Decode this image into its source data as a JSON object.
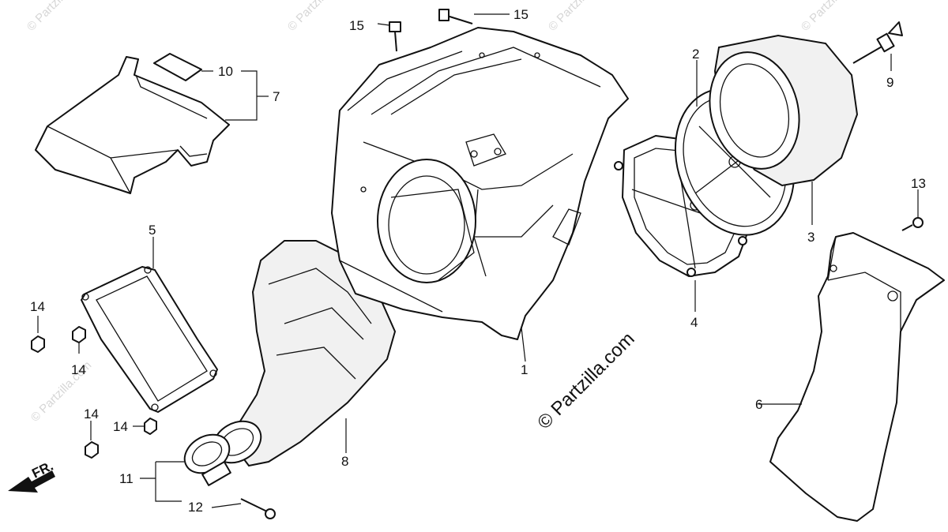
{
  "callouts": {
    "c1": "1",
    "c2": "2",
    "c3": "3",
    "c4": "4",
    "c5": "5",
    "c6": "6",
    "c7": "7",
    "c8": "8",
    "c9": "9",
    "c10": "10",
    "c11": "11",
    "c12": "12",
    "c13": "13",
    "c14a": "14",
    "c14b": "14",
    "c14c": "14",
    "c14d": "14",
    "c15a": "15",
    "c15b": "15"
  },
  "front_marker": "FR.",
  "watermark": {
    "center": "© Partzilla.com",
    "tile": "© Partzilla.com"
  },
  "colors": {
    "line": "#111111",
    "watermark": "#d6d6d6",
    "foam": "#f1f1f1"
  }
}
